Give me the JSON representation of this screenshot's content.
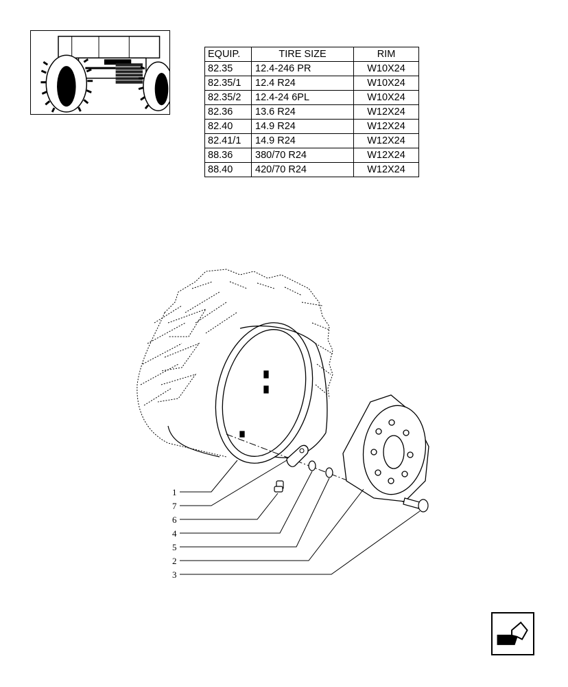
{
  "spec_table": {
    "headers": [
      "EQUIP.",
      "TIRE SIZE",
      "RIM"
    ],
    "rows": [
      [
        "82.35",
        "12.4-246 PR",
        "W10X24"
      ],
      [
        "82.35/1",
        "12.4  R24",
        "W10X24"
      ],
      [
        "82.35/2",
        "12.4-24 6PL",
        "W10X24"
      ],
      [
        "82.36",
        "13.6  R24",
        "W12X24"
      ],
      [
        "82.40",
        "14.9  R24",
        "W12X24"
      ],
      [
        "82.41/1",
        "14.9 R24",
        "W12X24"
      ],
      [
        "88.36",
        "380/70 R24",
        "W12X24"
      ],
      [
        "88.40",
        "420/70 R24",
        "W12X24"
      ]
    ]
  },
  "callouts": [
    "1",
    "7",
    "6",
    "4",
    "5",
    "2",
    "3"
  ],
  "icons": {
    "thumbnail": "tractor-front-axle-thumbnail",
    "next": "next-page-arrow-icon"
  }
}
